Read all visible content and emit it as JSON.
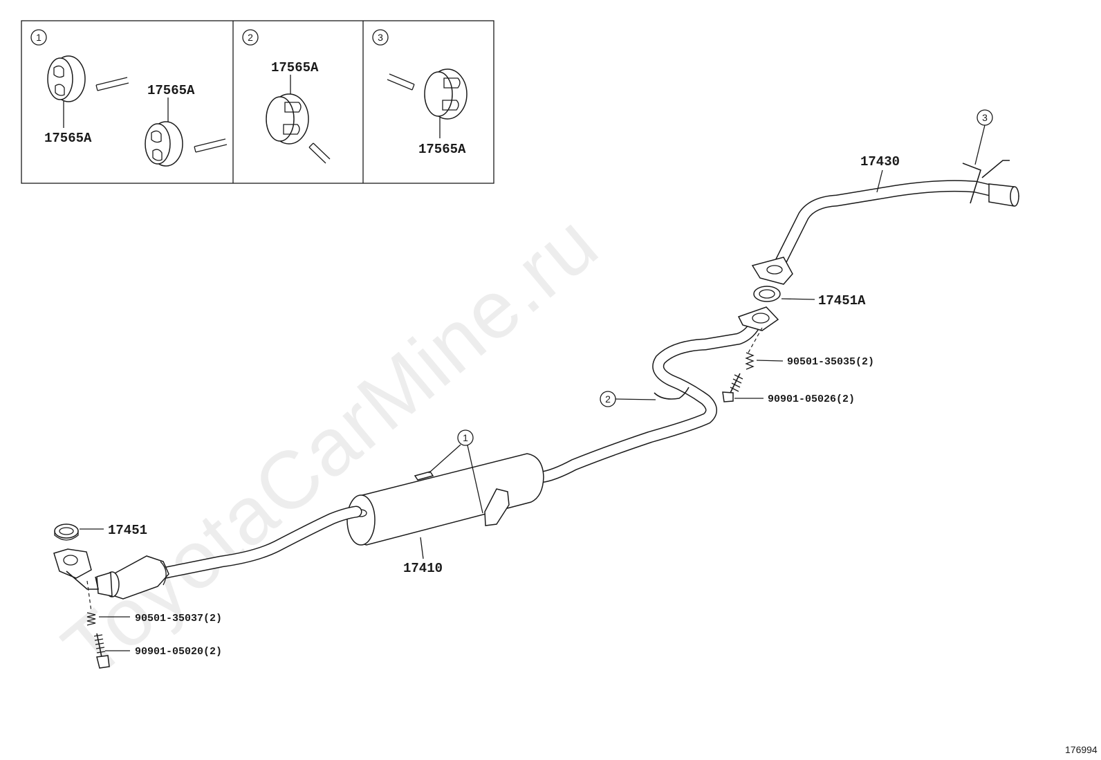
{
  "watermark": "ToyotaCarMine.ru",
  "diagram_id": "176994",
  "inset_panels": [
    {
      "number": "1",
      "labels": [
        "17565A",
        "17565A"
      ]
    },
    {
      "number": "2",
      "labels": [
        "17565A"
      ]
    },
    {
      "number": "3",
      "labels": [
        "17565A"
      ]
    }
  ],
  "callouts": {
    "hanger_1": "1",
    "hanger_2": "2",
    "hanger_3": "3"
  },
  "parts": {
    "tail_pipe": "17430",
    "gasket_rear": "17451A",
    "spring_rear": "90501-35035(2)",
    "bolt_rear": "90901-05026(2)",
    "muffler_center": "17410",
    "gasket_front": "17451",
    "spring_front": "90501-35037(2)",
    "bolt_front": "90901-05020(2)"
  }
}
